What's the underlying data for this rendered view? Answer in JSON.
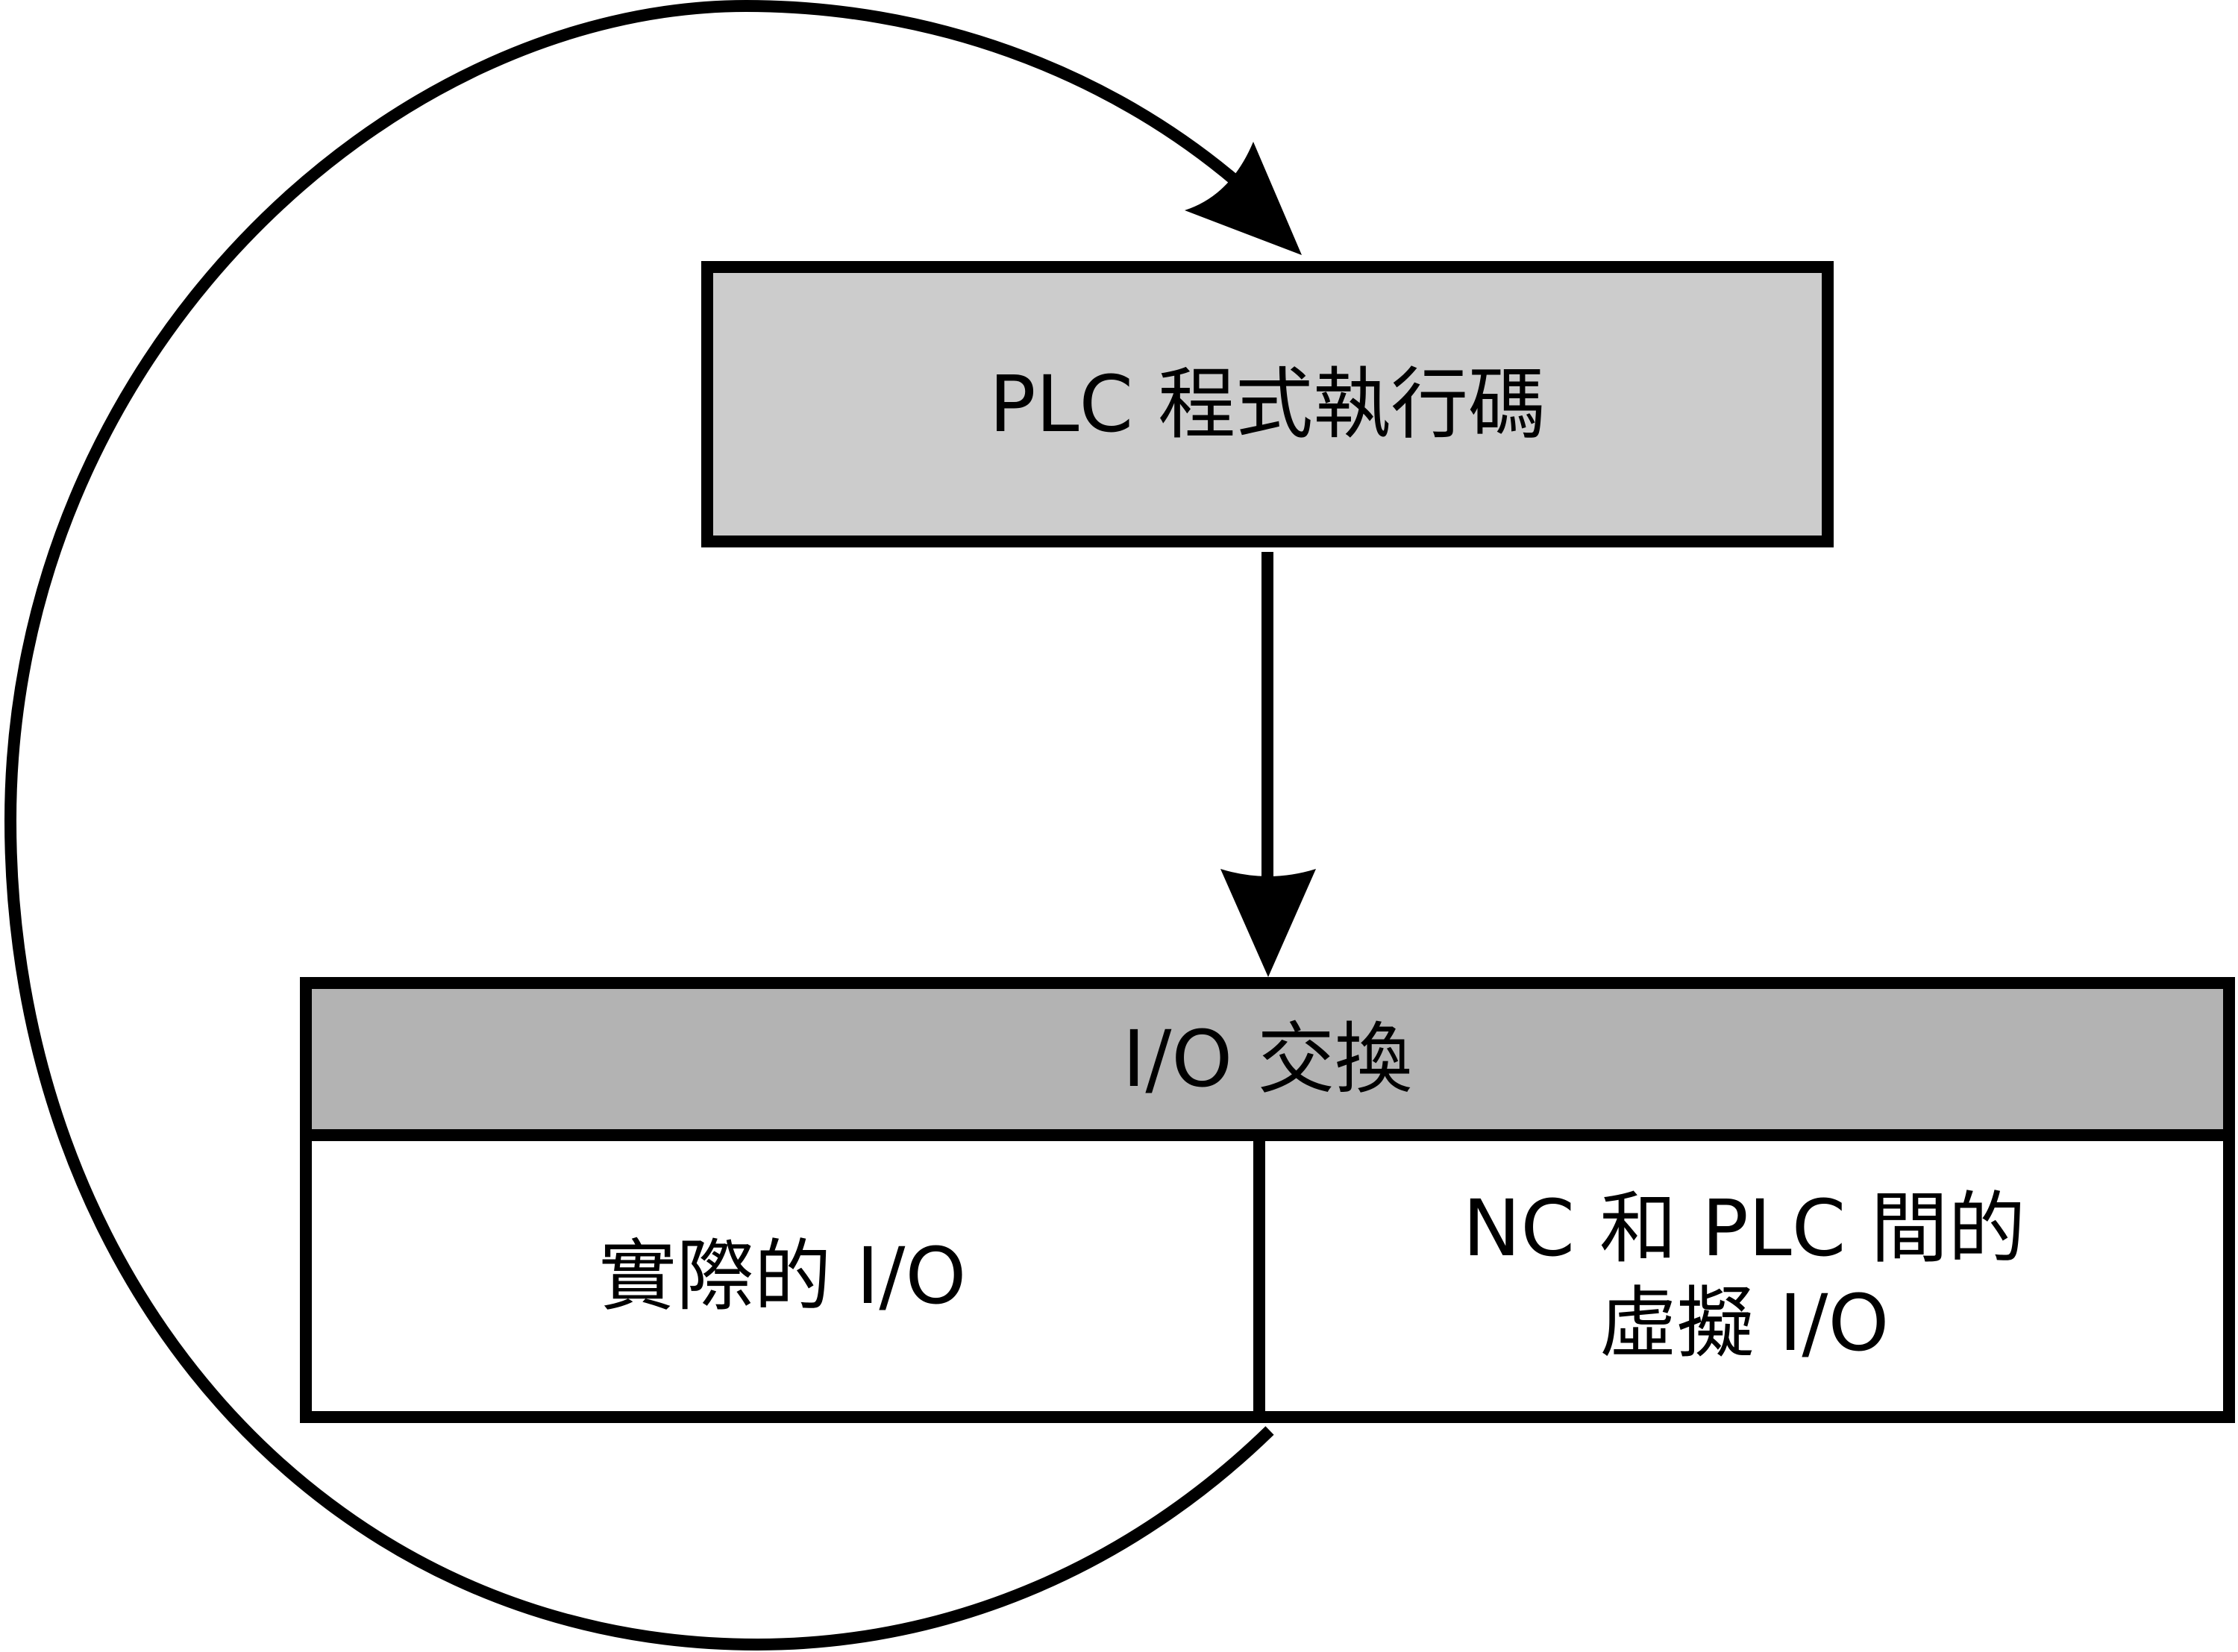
{
  "diagram": {
    "plc_box": {
      "label": "PLC 程式執行碼",
      "fill": "#cccccc"
    },
    "io_exchange": {
      "label": "I/O 交換",
      "fill": "#b3b3b3"
    },
    "real_io": {
      "label": "實際的 I/O",
      "fill": "#ffffff"
    },
    "virtual_io": {
      "line1": "NC 和 PLC 間的",
      "line2": "虛擬 I/O",
      "fill": "#ffffff"
    }
  }
}
